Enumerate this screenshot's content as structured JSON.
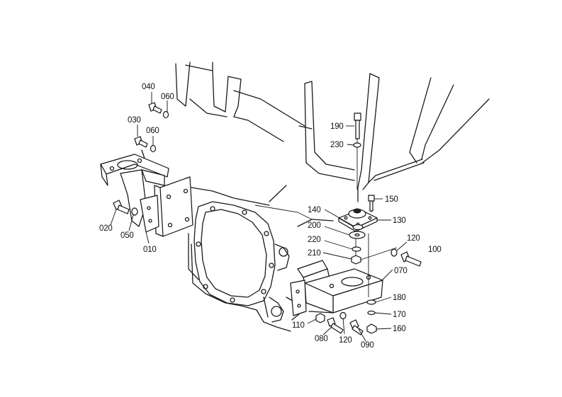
{
  "callouts": [
    {
      "id": "c040",
      "text": "040"
    },
    {
      "id": "c060a",
      "text": "060"
    },
    {
      "id": "c030",
      "text": "030"
    },
    {
      "id": "c060b",
      "text": "060"
    },
    {
      "id": "c020",
      "text": "020"
    },
    {
      "id": "c050",
      "text": "050"
    },
    {
      "id": "c010",
      "text": "010"
    },
    {
      "id": "c190",
      "text": "190"
    },
    {
      "id": "c230",
      "text": "230"
    },
    {
      "id": "c150",
      "text": "150"
    },
    {
      "id": "c140",
      "text": "140"
    },
    {
      "id": "c130",
      "text": "130"
    },
    {
      "id": "c200",
      "text": "200"
    },
    {
      "id": "c220",
      "text": "220"
    },
    {
      "id": "c120a",
      "text": "120"
    },
    {
      "id": "c100",
      "text": "100"
    },
    {
      "id": "c210",
      "text": "210"
    },
    {
      "id": "c070",
      "text": "070"
    },
    {
      "id": "c180",
      "text": "180"
    },
    {
      "id": "c170",
      "text": "170"
    },
    {
      "id": "c110",
      "text": "110"
    },
    {
      "id": "c160",
      "text": "160"
    },
    {
      "id": "c080",
      "text": "080"
    },
    {
      "id": "c120b",
      "text": "120"
    },
    {
      "id": "c090",
      "text": "090"
    }
  ]
}
